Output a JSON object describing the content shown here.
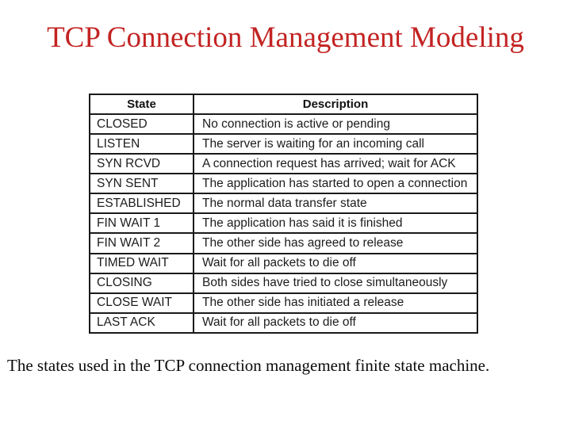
{
  "title": "TCP Connection Management Modeling",
  "caption": "The states used in the TCP connection management finite state machine.",
  "colors": {
    "title_red": "#c32322",
    "table_border": "#1a1a1a",
    "table_text": "#1c1c1c",
    "background": "#ffffff"
  },
  "table": {
    "headers": [
      "State",
      "Description"
    ],
    "rows": [
      [
        "CLOSED",
        "No connection is active or pending"
      ],
      [
        "LISTEN",
        "The server is waiting for an incoming call"
      ],
      [
        "SYN RCVD",
        "A connection request has arrived; wait for ACK"
      ],
      [
        "SYN SENT",
        "The application has started to open a connection"
      ],
      [
        "ESTABLISHED",
        "The normal data transfer state"
      ],
      [
        "FIN WAIT 1",
        "The application has said it is finished"
      ],
      [
        "FIN WAIT 2",
        "The other side has agreed to release"
      ],
      [
        "TIMED WAIT",
        "Wait for all packets to die off"
      ],
      [
        "CLOSING",
        "Both sides have tried to close simultaneously"
      ],
      [
        "CLOSE WAIT",
        "The other side has initiated a release"
      ],
      [
        "LAST ACK",
        "Wait for all packets to die off"
      ]
    ]
  }
}
